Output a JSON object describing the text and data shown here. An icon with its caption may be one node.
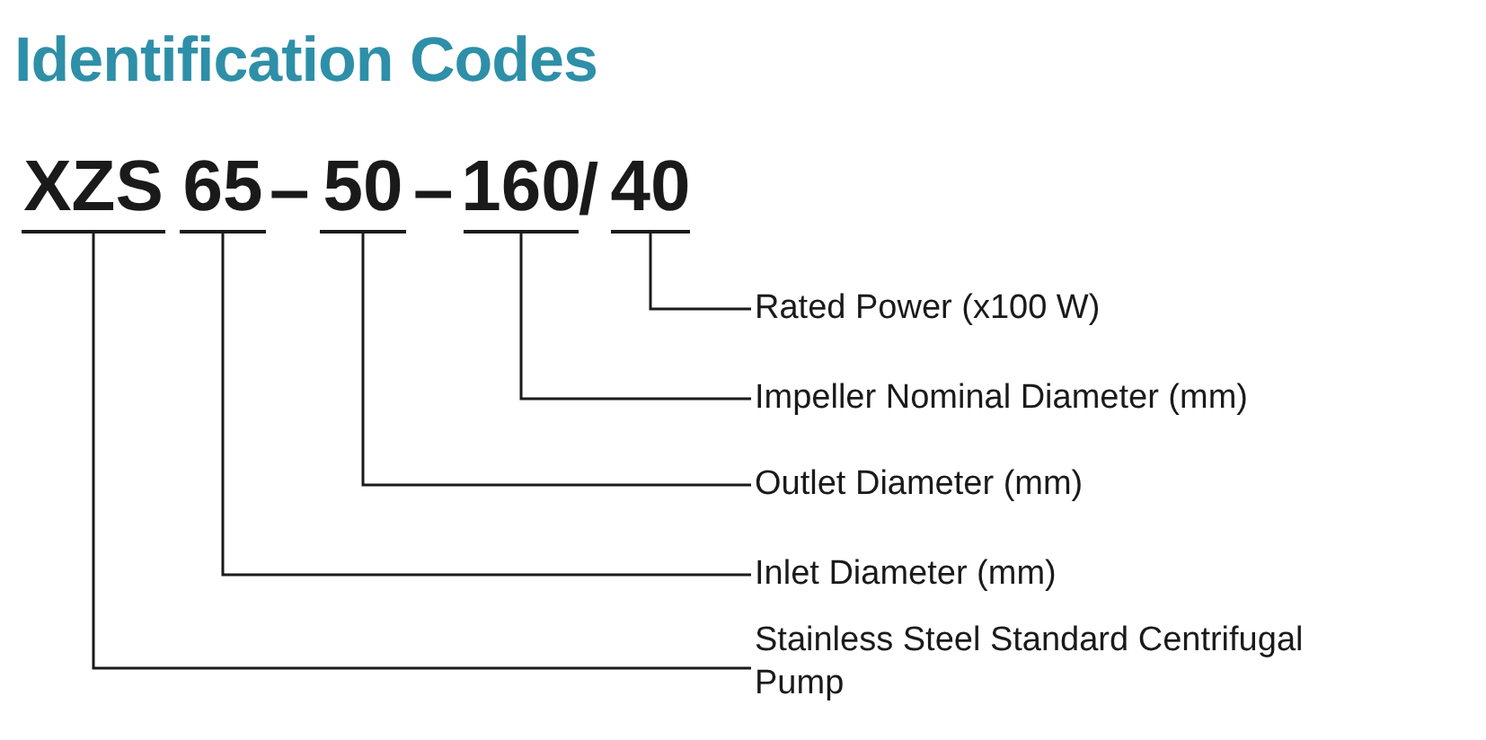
{
  "diagram": {
    "title": "Identification Codes",
    "nodes": [
      {
        "text": [
          "XZS"
        ]
      },
      {
        "text": [
          "65"
        ]
      },
      {
        "text": [
          "50"
        ]
      },
      {
        "text": [
          "160"
        ]
      },
      {
        "text": [
          "40"
        ]
      },
      {
        "text": [
          "Rated Power (x100 W)"
        ]
      },
      {
        "text": [
          "Impeller Nominal Diameter (mm)"
        ]
      },
      {
        "text": [
          "Outlet Diameter (mm)"
        ]
      },
      {
        "text": [
          "Inlet Diameter (mm)"
        ]
      },
      {
        "text": [
          "Stainless Steel Standard Centrifugal Pump"
        ]
      }
    ],
    "edges": [
      {
        "from": 4,
        "to": 5,
        "arrow": "none"
      },
      {
        "from": 3,
        "to": 6,
        "arrow": "none"
      },
      {
        "from": 2,
        "to": 7,
        "arrow": "none"
      },
      {
        "from": 1,
        "to": 8,
        "arrow": "none"
      },
      {
        "from": 0,
        "to": 9,
        "arrow": "none"
      }
    ],
    "labels": [
      "–",
      "–",
      "/"
    ]
  }
}
